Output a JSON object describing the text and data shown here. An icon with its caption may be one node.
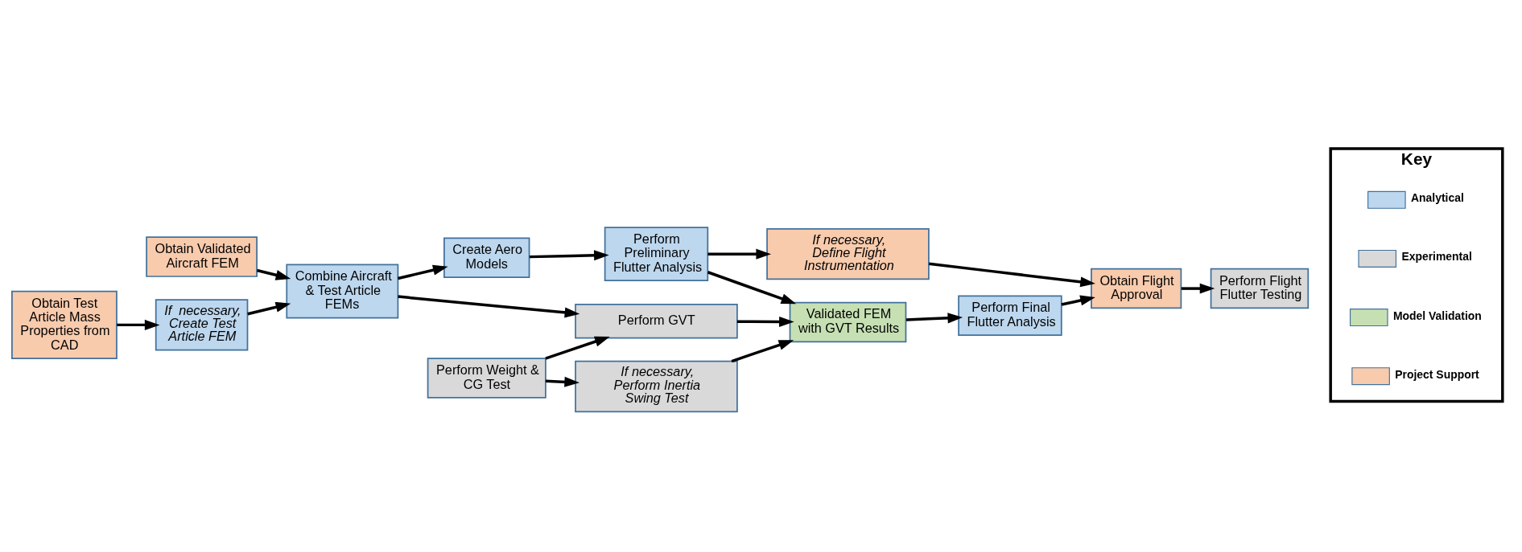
{
  "diagram": {
    "nodes": [
      {
        "text": [
          "Obtain Validated Aircraft FEM"
        ]
      },
      {
        "text": [
          "Obtain Test Article Mass Properties from CAD"
        ]
      },
      {
        "text": [
          "If  necessary, Create Test Article FEM"
        ]
      },
      {
        "text": [
          "Combine Aircraft & Test Article FEMs"
        ]
      },
      {
        "text": [
          "Create Aero Models"
        ]
      },
      {
        "text": [
          "Perform Preliminary Flutter Analysis"
        ]
      },
      {
        "text": [
          "If necessary, Define Flight Instrumentation"
        ]
      },
      {
        "text": [
          "Validated FEM with GVT Results"
        ]
      },
      {
        "text": [
          "Perform Final Flutter Analysis"
        ]
      },
      {
        "text": [
          "Obtain Flight Approval"
        ]
      },
      {
        "text": [
          "Perform Flight Flutter Testing"
        ]
      },
      {
        "text": [
          "Perform GVT"
        ]
      },
      {
        "text": [
          "Perform Weight & CG Test"
        ]
      },
      {
        "text": [
          "If necessary, Perform Inertia Swing Test"
        ]
      },
      {
        "text": [
          "Key"
        ]
      }
    ],
    "edges": [
      {
        "from": 0,
        "to": 3,
        "arrow": "to"
      },
      {
        "from": 1,
        "to": 2,
        "arrow": "to"
      },
      {
        "from": 2,
        "to": 3,
        "arrow": "to"
      },
      {
        "from": 3,
        "to": 4,
        "arrow": "to"
      },
      {
        "from": 3,
        "to": 11,
        "arrow": "to"
      },
      {
        "from": 12,
        "to": 11,
        "arrow": "to"
      },
      {
        "from": 12,
        "to": 13,
        "arrow": "to"
      },
      {
        "from": 4,
        "to": 5,
        "arrow": "to"
      },
      {
        "from": 5,
        "to": 6,
        "arrow": "to"
      },
      {
        "from": 5,
        "to": 7,
        "arrow": "to"
      },
      {
        "from": 11,
        "to": 7,
        "arrow": "to"
      },
      {
        "from": 13,
        "to": 7,
        "arrow": "to"
      },
      {
        "from": 7,
        "to": 8,
        "arrow": "to"
      },
      {
        "from": 6,
        "to": 9,
        "arrow": "to"
      },
      {
        "from": 8,
        "to": 9,
        "arrow": "to"
      },
      {
        "from": 9,
        "to": 10,
        "arrow": "to"
      }
    ],
    "legend": [
      {
        "text": "Analytical",
        "color": "#bdd7ee"
      },
      {
        "text": "Experimental",
        "color": "#d9d9d9"
      },
      {
        "text": "Model Validation",
        "color": "#c6e0b4"
      },
      {
        "text": "Project Support",
        "color": "#f8cbad"
      }
    ]
  }
}
